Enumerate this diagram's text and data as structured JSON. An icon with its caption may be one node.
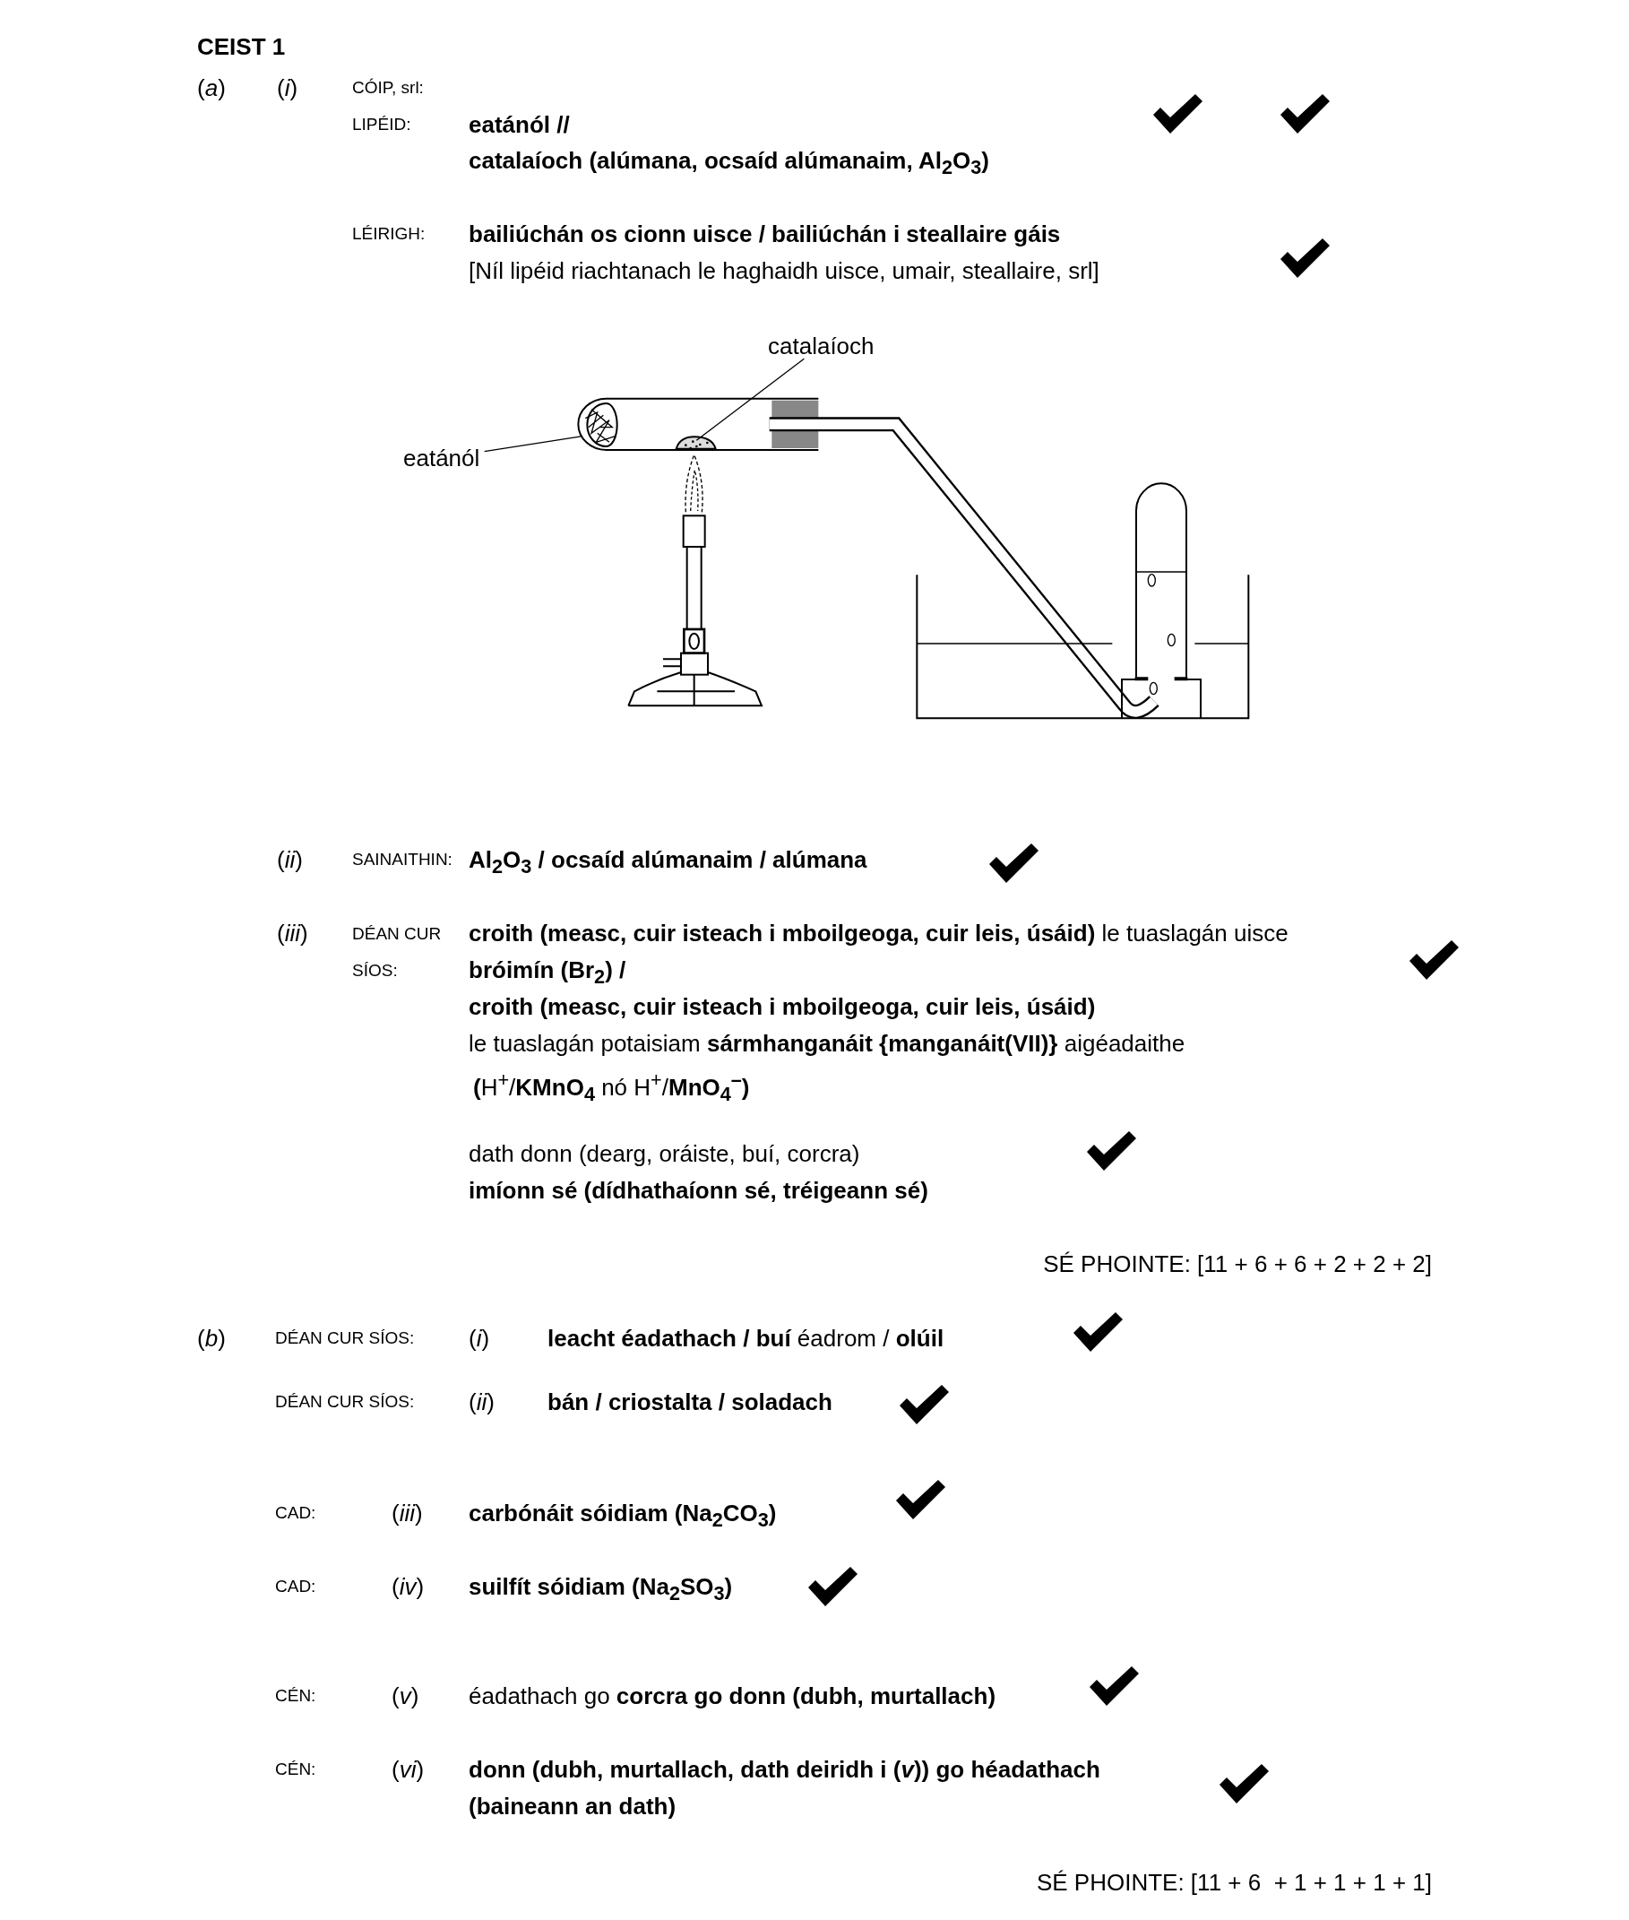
{
  "diagram": {
    "title": "CEIST 1",
    "nodes": [
      {
        "text": [
          "eatánól"
        ]
      },
      {
        "text": [],
        "shape": "picture"
      },
      {
        "text": [
          "catalaíoch"
        ]
      },
      {
        "text": [],
        "shape": "picture"
      }
    ],
    "edges": [
      {
        "from": 0,
        "to": 1,
        "arrow": "none"
      },
      {
        "from": 2,
        "to": 3,
        "arrow": "none"
      }
    ],
    "labels": [
      "(*a*)",
      "(*i*)",
      "CÓIP, srl:",
      "LIPÉID:",
      "eatánól //",
      "catalaíoch (alúmana, ocsaíd alúmanaim, Al$_{2}$O$_{3}$)",
      "LÉIRIGH:",
      "bailiúchán os cionn uisce / bailiúchán i steallaire gáis",
      "[Níl lipéid riachtanach le haghaidh uisce, umair, steallaire, srl]",
      "(*ii*)",
      "SAINAITHIN:",
      "Al$_{2}$O$_{3}$ / ocsaíd alúmanaim / alúmana",
      "(*iii*)",
      "DÉAN CUR SÍOS:",
      "**croith (measc, cuir isteach i mboilgeoga, cuir leis, úsáid)** le tuaslagán uisce",
      "bróimín (Br$_{2}$) /",
      "croith (measc, cuir isteach i mboilgeoga, cuir leis, úsáid)",
      "le tuaslagán potaisiam **sármhanganáit {manganáit(VII)}** aigéadaithe",
      "**(**H$^{+}$/**KMnO$_{4}$** nó H$^{+}$/**MnO$_{4}$$^{–}$)**",
      "dath donn (dearg, oráiste, buí, corcra)",
      "imíonn sé (dídhathaíonn sé, tréigeann sé)",
      "SÉ PHOINTE: [11 + 6 + 6 + 2 + 2 + 2]",
      "(*b*)",
      "DÉAN CUR SÍOS:",
      "(*i*)",
      "**leacht éadathach / buí** éadrom / **olúil**",
      "DÉAN CUR SÍOS:",
      "(*ii*)",
      "bán / criostalta / soladach",
      "CAD:",
      "(*iii*)",
      "carbónáit sóidiam (Na$_{2}$CO$_{3}$)",
      "CAD:",
      "(*iv*)",
      "suilfít sóidiam (Na$_{2}$SO$_{3}$)",
      "CÉN:",
      "(*v*)",
      "éadathach go **corcra go donn (dubh, murtallach)**",
      "CÉN:",
      "(*vi*)",
      "donn (dubh, murtallach, dath deiridh i (*v*)) go héadathach",
      "(baineann an dath)",
      "SÉ PHOINTE: [11 + 6  + 1 + 1 + 1 + 1]"
    ]
  }
}
